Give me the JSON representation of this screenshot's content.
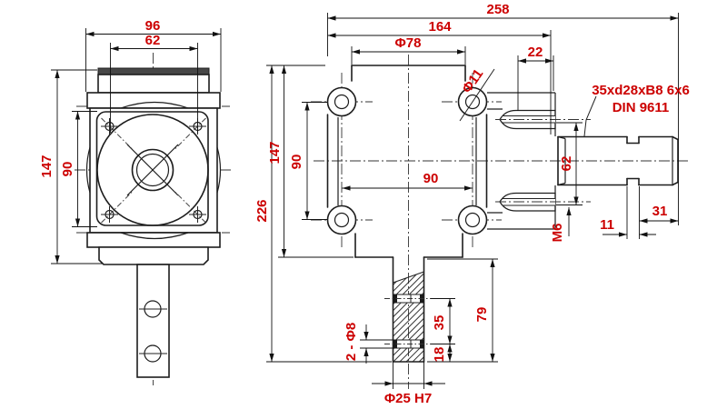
{
  "drawing": {
    "colors": {
      "dimension_text": "#cc0000",
      "line": "#1d1d1d",
      "cap_fill": "#474747"
    },
    "front": {
      "w96": "96",
      "w62": "62",
      "h147": "147",
      "h90": "90"
    },
    "side": {
      "l258": "258",
      "l164": "164",
      "d78": "Φ78",
      "l22": "22",
      "d11": "Φ11",
      "h147": "147",
      "h226": "226",
      "v90": "90",
      "hz90": "90",
      "s62": "62",
      "spline_spec": "35xd28xB8 6x6",
      "spline_standard": "DIN 9611",
      "m6": "M6",
      "g11": "11",
      "l31": "31",
      "holes8": "2 - Φ8",
      "s35": "35",
      "s18": "18",
      "s79": "79",
      "bore": "Φ25 H7"
    }
  }
}
